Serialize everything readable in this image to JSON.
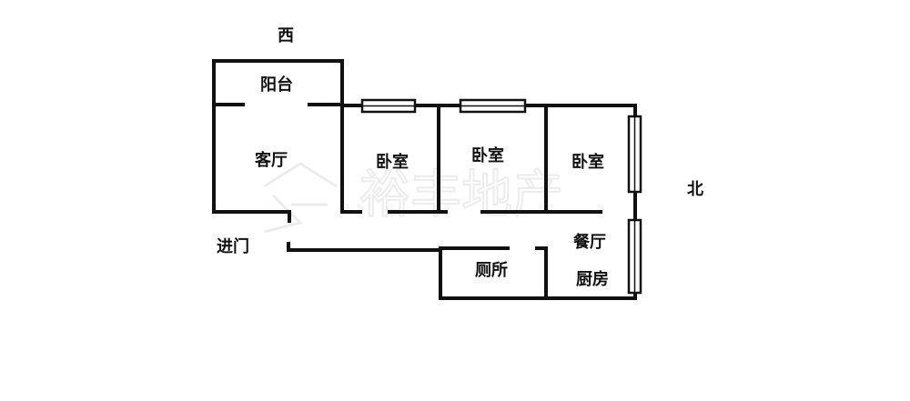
{
  "directions": {
    "west": "西",
    "north": "北"
  },
  "rooms": {
    "balcony": "阳台",
    "living_room": "客厅",
    "bedroom_1": "卧室",
    "bedroom_2": "卧室",
    "bedroom_3": "卧室",
    "entrance": "进门",
    "dining_room": "餐厅",
    "toilet": "厕所",
    "kitchen": "厨房"
  },
  "watermark": "裕丰地产"
}
